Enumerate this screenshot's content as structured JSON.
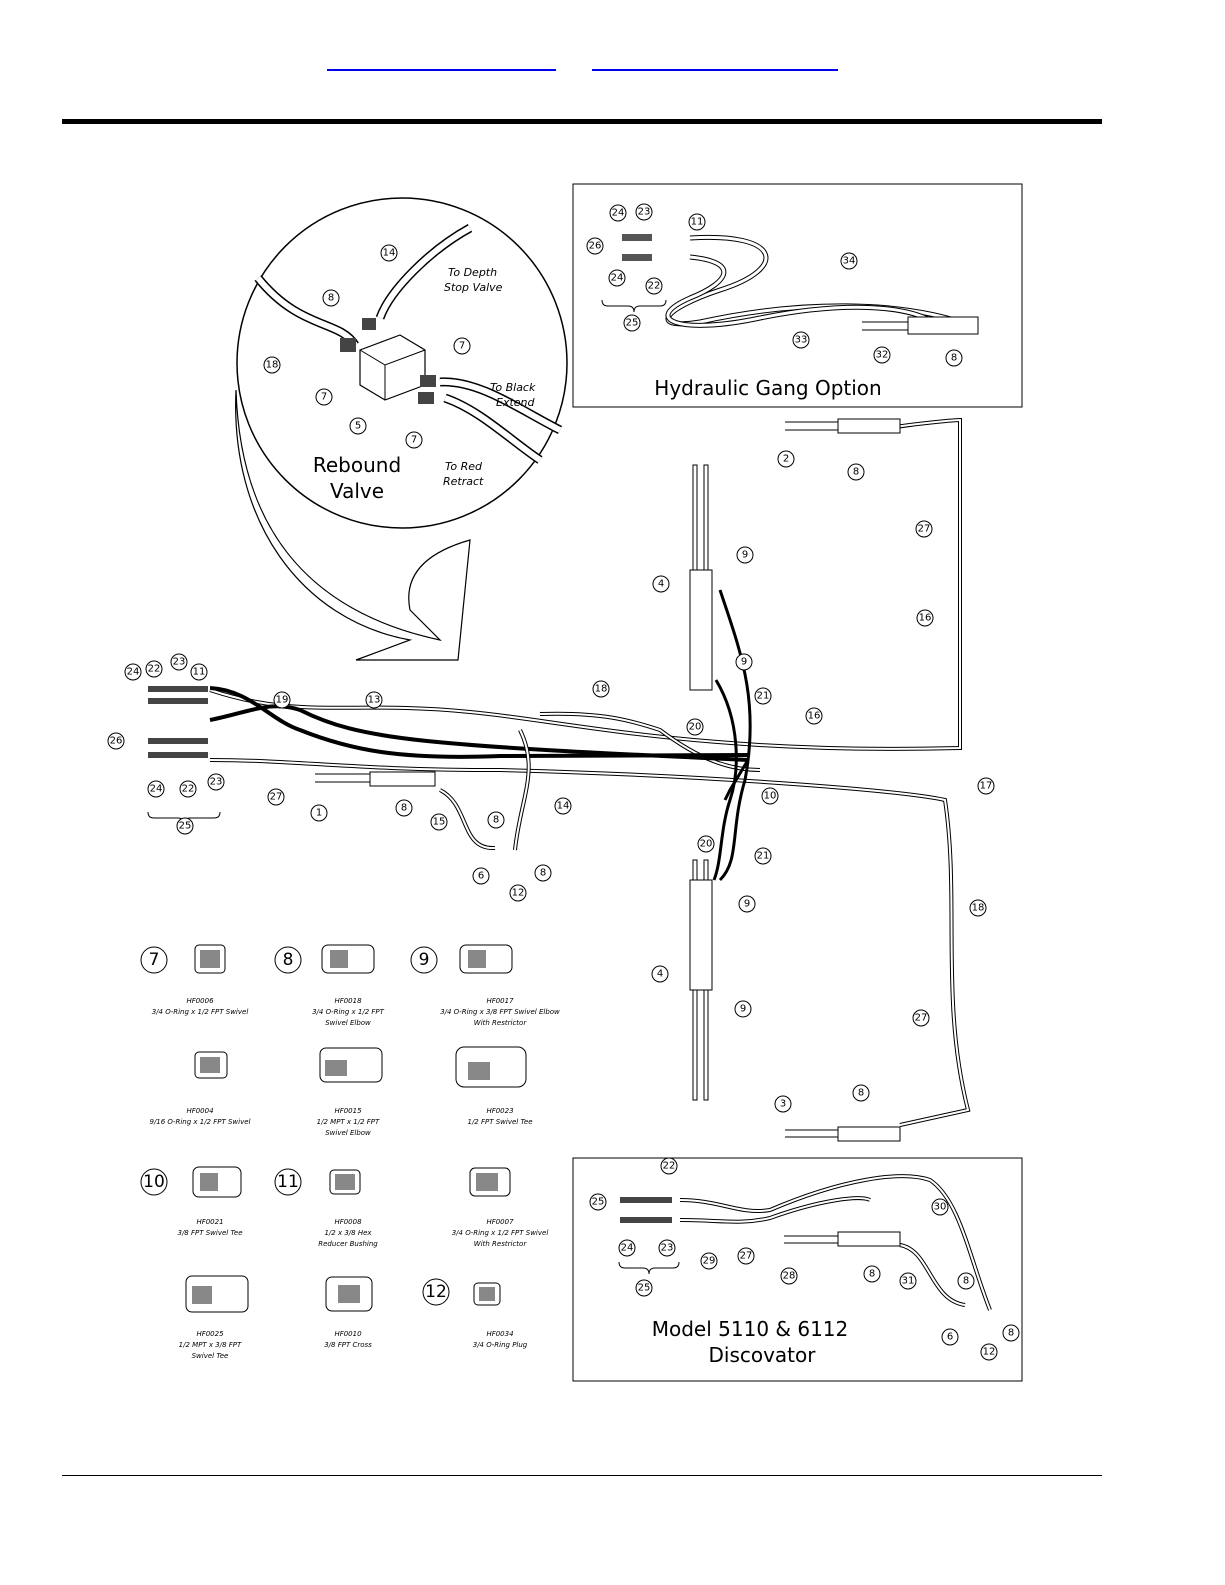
{
  "header": {
    "links": [
      {
        "text": ""
      },
      {
        "text": ""
      }
    ]
  },
  "callouts": {
    "rebound_valve": {
      "title_line1": "Rebound",
      "title_line2": "Valve",
      "note_depth_1": "To Depth",
      "note_depth_2": "Stop Valve",
      "note_black_1": "To Black",
      "note_black_2": "Extend",
      "note_red_1": "To Red",
      "note_red_2": "Retract"
    },
    "gang_option": {
      "title": "Hydraulic Gang Option"
    },
    "discovator": {
      "title_line1": "Model 5110 & 6112",
      "title_line2": "Discovator"
    }
  },
  "parts_legend": [
    {
      "bubble": "7",
      "code": "HF0006",
      "desc1": "3/4 O-Ring x 1/2 FPT Swivel",
      "desc2": ""
    },
    {
      "bubble": "8",
      "code": "HF0018",
      "desc1": "3/4 O-Ring x 1/2 FPT",
      "desc2": "Swivel Elbow"
    },
    {
      "bubble": "9",
      "code": "HF0017",
      "desc1": "3/4 O-Ring x 3/8 FPT Swivel Elbow",
      "desc2": "With Restrictor"
    },
    {
      "bubble": "",
      "code": "HF0004",
      "desc1": "9/16 O-Ring x 1/2 FPT Swivel",
      "desc2": ""
    },
    {
      "bubble": "",
      "code": "HF0015",
      "desc1": "1/2 MPT x 1/2 FPT",
      "desc2": "Swivel Elbow"
    },
    {
      "bubble": "",
      "code": "HF0023",
      "desc1": "1/2 FPT Swivel Tee",
      "desc2": ""
    },
    {
      "bubble": "10",
      "code": "HF0021",
      "desc1": "3/8 FPT Swivel Tee",
      "desc2": ""
    },
    {
      "bubble": "11",
      "code": "HF0008",
      "desc1": "1/2  x 3/8 Hex",
      "desc2": "Reducer Bushing"
    },
    {
      "bubble": "",
      "code": "HF0007",
      "desc1": "3/4 O-Ring x 1/2 FPT Swivel",
      "desc2": "With Restrictor"
    },
    {
      "bubble": "",
      "code": "HF0025",
      "desc1": "1/2 MPT x 3/8 FPT",
      "desc2": "Swivel Tee"
    },
    {
      "bubble": "",
      "code": "HF0010",
      "desc1": "3/8 FPT Cross",
      "desc2": ""
    },
    {
      "bubble": "12",
      "code": "HF0034",
      "desc1": "3/4 O-Ring Plug",
      "desc2": ""
    }
  ],
  "bubbles": [
    "1",
    "2",
    "3",
    "4",
    "5",
    "6",
    "7",
    "8",
    "9",
    "10",
    "11",
    "12",
    "13",
    "14",
    "15",
    "16",
    "17",
    "18",
    "19",
    "20",
    "21",
    "22",
    "23",
    "24",
    "25",
    "26",
    "27",
    "28",
    "29",
    "30",
    "31",
    "32",
    "33",
    "34"
  ]
}
